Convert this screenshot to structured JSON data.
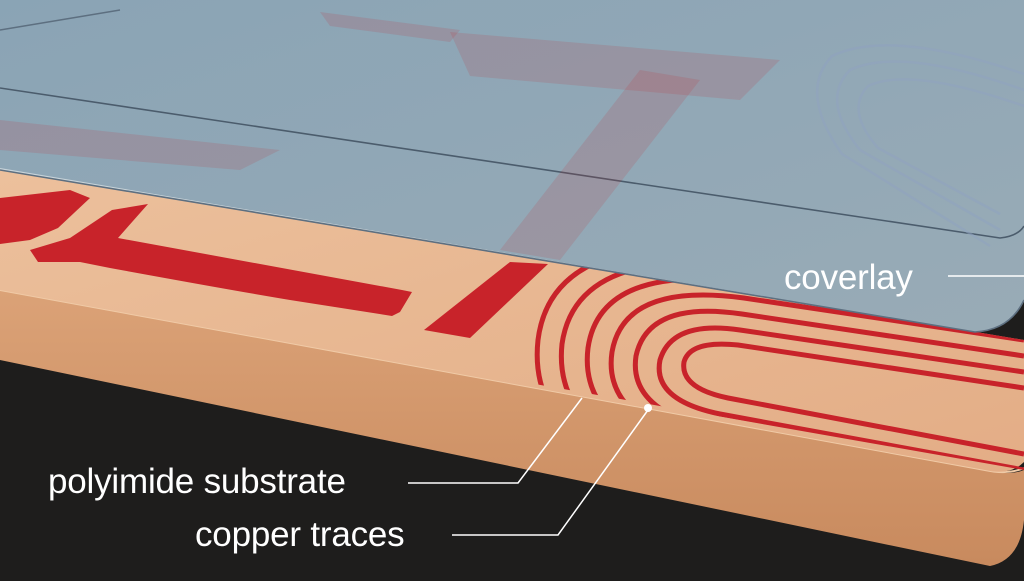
{
  "labels": {
    "coverlay": "coverlay",
    "substrate": "polyimide substrate",
    "copper": "copper traces"
  },
  "colors": {
    "background": "#1e1d1c",
    "substrate_top": "#e7b48e",
    "substrate_edge": "#d49a6e",
    "copper": "#c8232a",
    "coverlay": "#bcdcf0",
    "label_text": "#ffffff",
    "leader_line": "#ffffff"
  },
  "icons": {
    "leader_dot": "circle-dot-marker"
  }
}
